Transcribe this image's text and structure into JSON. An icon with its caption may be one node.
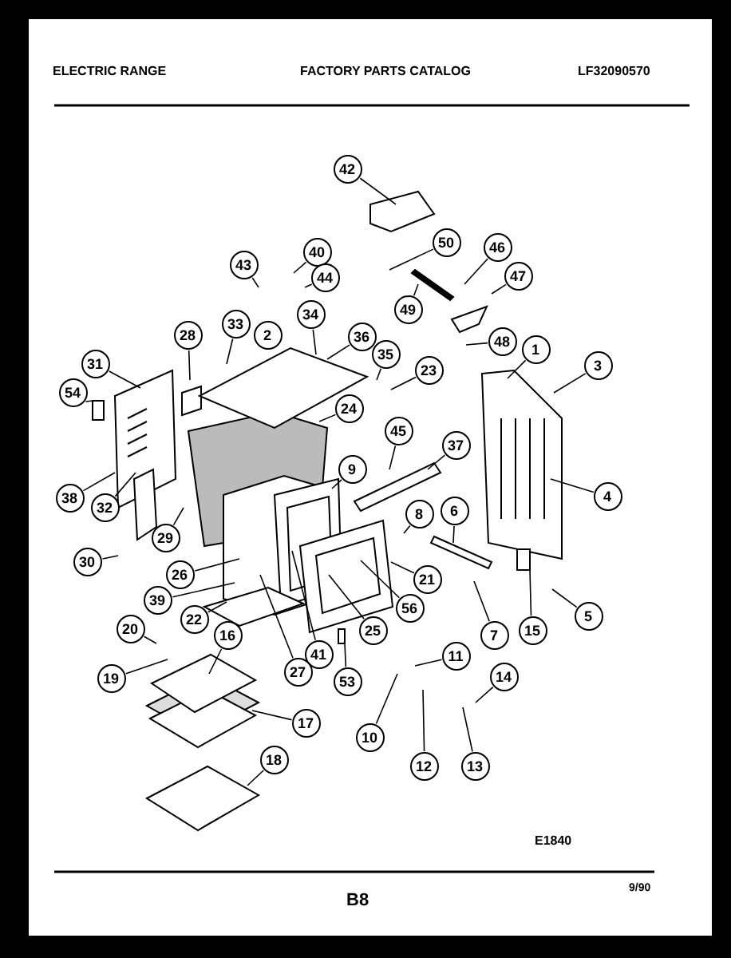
{
  "diagram": {
    "nodes": [
      {
        "text": [
          "42"
        ]
      },
      {
        "text": [
          "50"
        ]
      },
      {
        "text": [
          "46"
        ]
      },
      {
        "text": [
          "40"
        ]
      },
      {
        "text": [
          "43"
        ]
      },
      {
        "text": [
          "47"
        ]
      },
      {
        "text": [
          "44"
        ]
      },
      {
        "text": [
          "49"
        ]
      },
      {
        "text": [
          "34"
        ]
      },
      {
        "text": [
          "33"
        ]
      },
      {
        "text": [
          "36"
        ]
      },
      {
        "text": [
          "2"
        ]
      },
      {
        "text": [
          "28"
        ]
      },
      {
        "text": [
          "48"
        ]
      },
      {
        "text": [
          "1"
        ]
      },
      {
        "text": [
          "35"
        ]
      },
      {
        "text": [
          "31"
        ]
      },
      {
        "text": [
          "3"
        ]
      },
      {
        "text": [
          "23"
        ]
      },
      {
        "text": [
          "54"
        ]
      },
      {
        "text": [
          "24"
        ]
      },
      {
        "text": [
          "45"
        ]
      },
      {
        "text": [
          "37"
        ]
      },
      {
        "text": [
          "9"
        ]
      },
      {
        "text": [
          "4"
        ]
      },
      {
        "text": [
          "38"
        ]
      },
      {
        "text": [
          "6"
        ]
      },
      {
        "text": [
          "32"
        ]
      },
      {
        "text": [
          "8"
        ]
      },
      {
        "text": [
          "29"
        ]
      },
      {
        "text": [
          "30"
        ]
      },
      {
        "text": [
          "26"
        ]
      },
      {
        "text": [
          "21"
        ]
      },
      {
        "text": [
          "39"
        ]
      },
      {
        "text": [
          "56"
        ]
      },
      {
        "text": [
          "5"
        ]
      },
      {
        "text": [
          "22"
        ]
      },
      {
        "text": [
          "20"
        ]
      },
      {
        "text": [
          "25"
        ]
      },
      {
        "text": [
          "15"
        ]
      },
      {
        "text": [
          "7"
        ]
      },
      {
        "text": [
          "16"
        ]
      },
      {
        "text": [
          "41"
        ]
      },
      {
        "text": [
          "11"
        ]
      },
      {
        "text": [
          "27"
        ]
      },
      {
        "text": [
          "14"
        ]
      },
      {
        "text": [
          "19"
        ]
      },
      {
        "text": [
          "53"
        ]
      },
      {
        "text": [
          "17"
        ]
      },
      {
        "text": [
          "10"
        ]
      },
      {
        "text": [
          "18"
        ]
      },
      {
        "text": [
          "12"
        ]
      },
      {
        "text": [
          "13"
        ]
      },
      {
        "text": [],
        "shape": "box"
      },
      {
        "text": [],
        "shape": "box"
      },
      {
        "text": [],
        "shape": "box"
      }
    ],
    "edges": [
      {
        "from": 0,
        "to": null,
        "arrow": "none"
      },
      {
        "from": 1,
        "to": null,
        "arrow": "none"
      },
      {
        "from": 2,
        "to": null,
        "arrow": "none"
      },
      {
        "from": 3,
        "to": null,
        "arrow": "none"
      },
      {
        "from": 4,
        "to": null,
        "arrow": "none"
      },
      {
        "from": 5,
        "to": null,
        "arrow": "none"
      },
      {
        "from": 6,
        "to": null,
        "arrow": "none"
      },
      {
        "from": 7,
        "to": null,
        "arrow": "none"
      },
      {
        "from": 8,
        "to": null,
        "arrow": "none"
      },
      {
        "from": 9,
        "to": null,
        "arrow": "none"
      },
      {
        "from": 10,
        "to": null,
        "arrow": "none"
      },
      {
        "from": 12,
        "to": null,
        "arrow": "none"
      },
      {
        "from": 13,
        "to": null,
        "arrow": "none"
      },
      {
        "from": 14,
        "to": null,
        "arrow": "none"
      },
      {
        "from": 15,
        "to": null,
        "arrow": "none"
      },
      {
        "from": 16,
        "to": null,
        "arrow": "none"
      },
      {
        "from": 17,
        "to": null,
        "arrow": "none"
      },
      {
        "from": 18,
        "to": null,
        "arrow": "none"
      },
      {
        "from": 19,
        "to": 53,
        "arrow": "none"
      },
      {
        "from": 20,
        "to": null,
        "arrow": "none"
      },
      {
        "from": 21,
        "to": null,
        "arrow": "none"
      },
      {
        "from": 22,
        "to": null,
        "arrow": "none"
      },
      {
        "from": 23,
        "to": null,
        "arrow": "none"
      },
      {
        "from": 24,
        "to": null,
        "arrow": "none"
      },
      {
        "from": 25,
        "to": null,
        "arrow": "none"
      },
      {
        "from": 26,
        "to": null,
        "arrow": "none"
      },
      {
        "from": 27,
        "to": null,
        "arrow": "none"
      },
      {
        "from": 28,
        "to": null,
        "arrow": "none"
      },
      {
        "from": 29,
        "to": null,
        "arrow": "none"
      },
      {
        "from": 30,
        "to": null,
        "arrow": "none"
      },
      {
        "from": 31,
        "to": null,
        "arrow": "none"
      },
      {
        "from": 32,
        "to": null,
        "arrow": "none"
      },
      {
        "from": 33,
        "to": null,
        "arrow": "none"
      },
      {
        "from": 34,
        "to": null,
        "arrow": "none"
      },
      {
        "from": 35,
        "to": null,
        "arrow": "none"
      },
      {
        "from": 36,
        "to": null,
        "arrow": "none"
      },
      {
        "from": 37,
        "to": null,
        "arrow": "none"
      },
      {
        "from": 38,
        "to": null,
        "arrow": "none"
      },
      {
        "from": 39,
        "to": 54,
        "arrow": "none"
      },
      {
        "from": 40,
        "to": null,
        "arrow": "none"
      },
      {
        "from": 41,
        "to": null,
        "arrow": "none"
      },
      {
        "from": 42,
        "to": null,
        "arrow": "none"
      },
      {
        "from": 43,
        "to": null,
        "arrow": "none"
      },
      {
        "from": 44,
        "to": null,
        "arrow": "none"
      },
      {
        "from": 45,
        "to": null,
        "arrow": "none"
      },
      {
        "from": 46,
        "to": null,
        "arrow": "none"
      },
      {
        "from": 47,
        "to": 55,
        "arrow": "none"
      },
      {
        "from": 48,
        "to": null,
        "arrow": "none"
      },
      {
        "from": 49,
        "to": null,
        "arrow": "none"
      },
      {
        "from": 50,
        "to": null,
        "arrow": "none"
      },
      {
        "from": 51,
        "to": null,
        "arrow": "none"
      },
      {
        "from": 52,
        "to": null,
        "arrow": "none"
      }
    ],
    "labels": [
      "ELECTRIC RANGE",
      "FACTORY PARTS CATALOG",
      "LF32090570",
      "E1840",
      "B8",
      "9/90"
    ]
  }
}
